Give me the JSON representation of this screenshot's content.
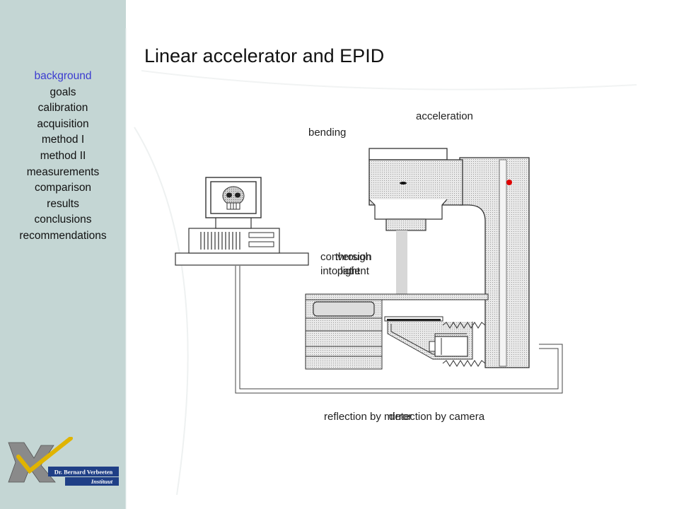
{
  "slide": {
    "title": "Linear accelerator and EPID"
  },
  "nav": {
    "items": [
      {
        "label": "background",
        "active": true
      },
      {
        "label": "goals",
        "active": false
      },
      {
        "label": "calibration",
        "active": false
      },
      {
        "label": "acquisition",
        "active": false
      },
      {
        "label": "method I",
        "active": false
      },
      {
        "label": "method II",
        "active": false
      },
      {
        "label": "measurements",
        "active": false
      },
      {
        "label": "comparison",
        "active": false
      },
      {
        "label": "results",
        "active": false
      },
      {
        "label": "conclusions",
        "active": false
      },
      {
        "label": "recommendations",
        "active": false
      }
    ],
    "active_color": "#3b3bd0"
  },
  "labels": {
    "acceleration": "acceleration",
    "bending": "bending",
    "conversion_line1": "conversion",
    "conversion_line2": "into light",
    "through_line1": "through",
    "through_line2": "patient",
    "reflection": "reflection by mirror",
    "detection": "detection by camera"
  },
  "logo": {
    "text_line1": "Dr. Bernard Verbeeten",
    "text_line2": "Instituut"
  },
  "colors": {
    "sidebar": "#c4d6d4",
    "source_dot": "#e00000"
  }
}
